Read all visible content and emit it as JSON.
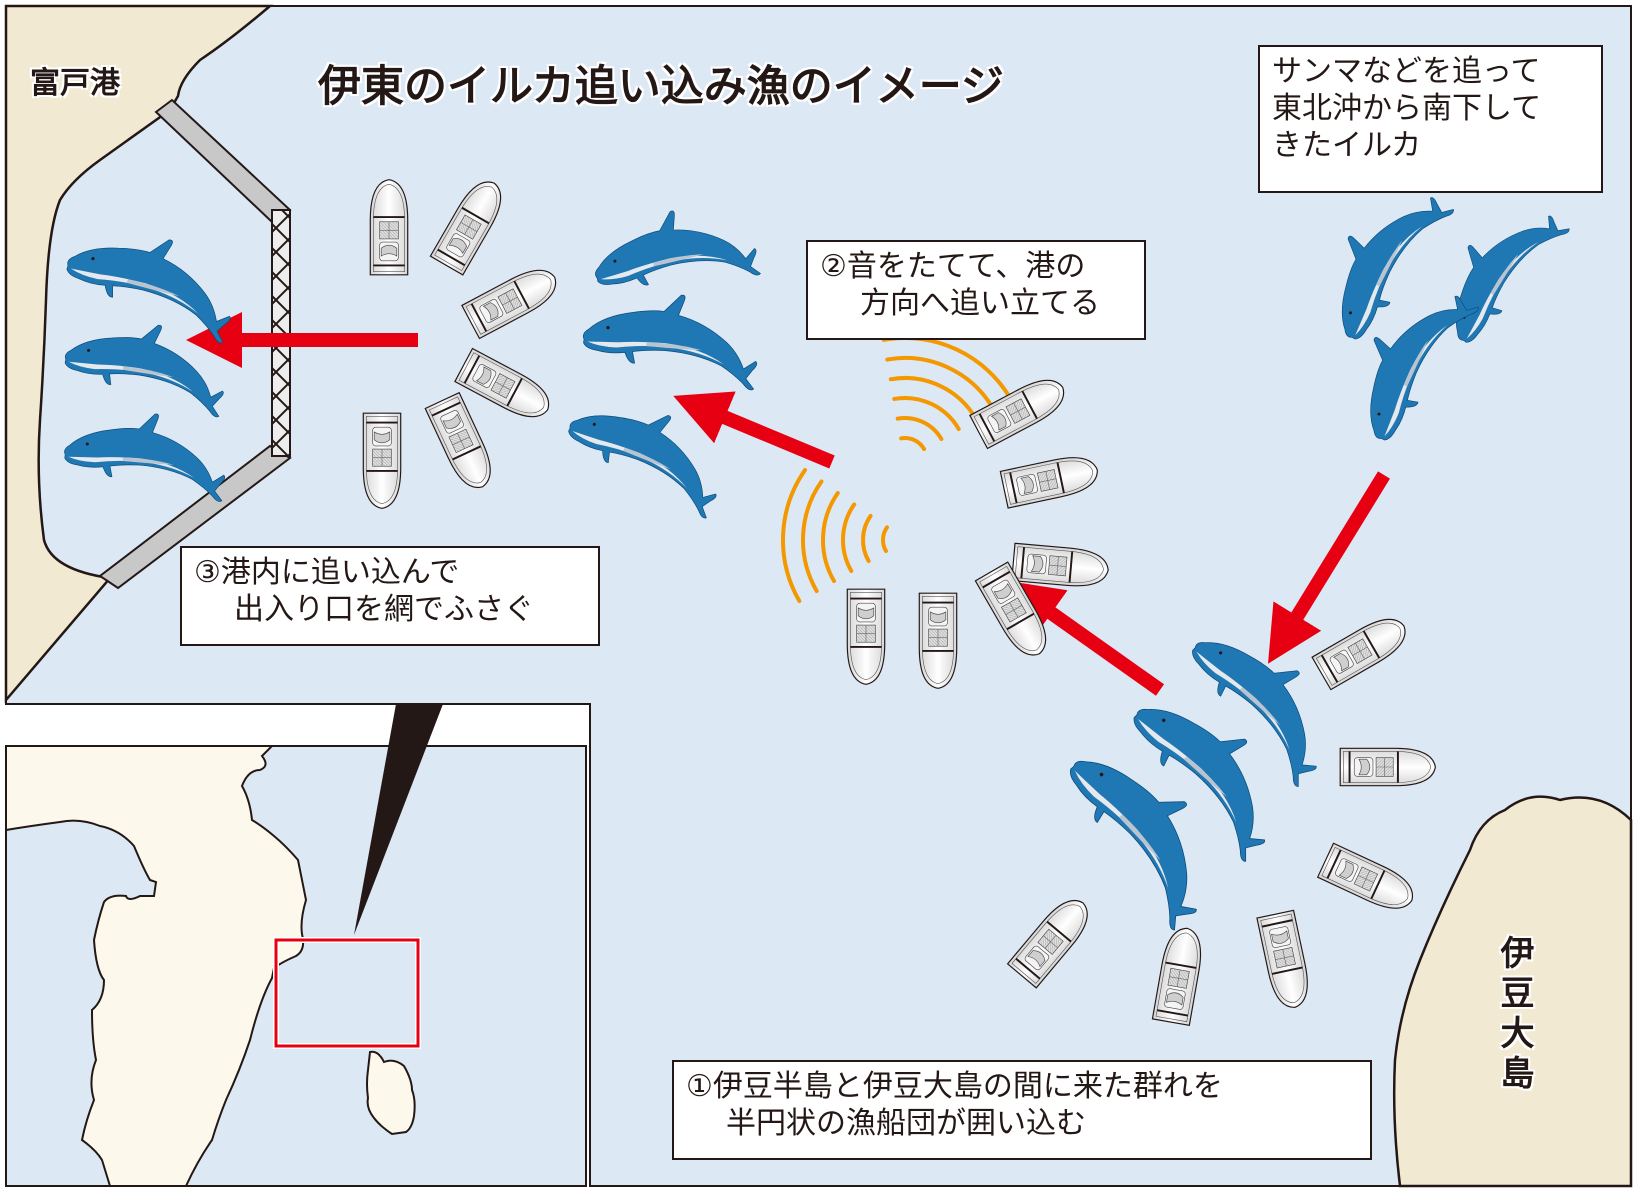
{
  "title": "伊東のイルカ追い込み漁のイメージ",
  "places": {
    "harbor": "富戸港",
    "island": "伊豆大島"
  },
  "notes": {
    "origin": {
      "lines": [
        "サンマなどを追って",
        "東北沖から南下して",
        "きたイルカ"
      ]
    },
    "step1": {
      "marker": "①",
      "lines": [
        "伊豆半島と伊豆大島の間に来た群れを",
        "半円状の漁船団が囲い込む"
      ]
    },
    "step2": {
      "marker": "②",
      "lines": [
        "音をたてて、港の",
        "方向へ追い立てる"
      ]
    },
    "step3": {
      "marker": "③",
      "lines": [
        "港内に追い込んで",
        "出入り口を網でふさぐ"
      ]
    }
  },
  "colors": {
    "sea": "#dde8f5",
    "land": "#f2e9d3",
    "inset_land": "#fdf8ec",
    "arrow": "#e60012",
    "sound_wave": "#f39800",
    "dolphin": "#1f78b4",
    "inset_highlight": "#e60012"
  },
  "icons": {
    "boat": "fishing-boat-icon",
    "dolphin": "dolphin-icon",
    "arrow": "arrow-icon",
    "sound": "sound-wave-icon",
    "net": "net-barrier-icon"
  }
}
